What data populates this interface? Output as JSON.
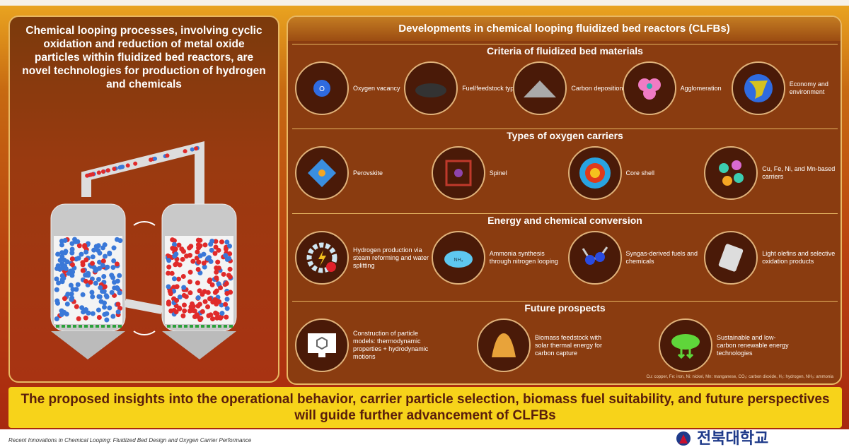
{
  "intro": "Chemical looping processes, involving cyclic oxidation and reduction of metal oxide particles within fluidized bed reactors, are novel technologies for production of hydrogen and chemicals",
  "right_title": "Developments in chemical looping fluidized bed reactors (CLFBs)",
  "sections": [
    {
      "title": "Criteria of fluidized bed materials",
      "items": [
        {
          "label": "Oxygen vacancy",
          "icon": "oxygen-vacancy-icon"
        },
        {
          "label": "Fuel/feedstock type",
          "icon": "coal-icon"
        },
        {
          "label": "Carbon deposition",
          "icon": "carbon-pile-icon"
        },
        {
          "label": "Agglomeration",
          "icon": "agglomeration-icon"
        },
        {
          "label": "Economy and environment",
          "icon": "globe-icon"
        }
      ]
    },
    {
      "title": "Types of oxygen carriers",
      "items": [
        {
          "label": "Perovskite",
          "icon": "perovskite-icon"
        },
        {
          "label": "Spinel",
          "icon": "spinel-icon"
        },
        {
          "label": "Core shell",
          "icon": "core-shell-icon"
        },
        {
          "label": "Cu, Fe, Ni, and Mn-based carriers",
          "icon": "metal-particles-icon"
        }
      ]
    },
    {
      "title": "Energy and chemical conversion",
      "items": [
        {
          "label": "Hydrogen production via steam reforming and water splitting",
          "icon": "gear-bolt-icon"
        },
        {
          "label": "Ammonia synthesis through nitrogen looping",
          "icon": "nh3-cloud-icon"
        },
        {
          "label": "Syngas-derived fuels and chemicals",
          "icon": "molecule-icon"
        },
        {
          "label": "Light olefins and selective oxidation products",
          "icon": "fuel-can-icon"
        }
      ]
    },
    {
      "title": "Future prospects",
      "items": [
        {
          "label": "Construction of particle models: thermodynamic properties + hydrodynamic motions",
          "icon": "monitor-model-icon"
        },
        {
          "label": "Biomass feedstock with solar thermal energy for carbon capture",
          "icon": "biomass-pile-icon"
        },
        {
          "label": "Sustainable and low-carbon renewable energy technologies",
          "icon": "green-cloud-icon"
        }
      ]
    }
  ],
  "abbrev_note": "Cu: copper, Fe: iron, Ni: nickel, Mn: manganese, CO₂: carbon dioxide, H₂: hydrogen, NH₃: ammonia",
  "banner": "The proposed insights into the operational behavior, carrier particle selection, biomass fuel suitability, and future perspectives will guide further advancement of CLFBs",
  "footer_title": "Recent Innovations in Chemical Looping: Fluidized Bed Design and Oxygen Carrier Performance",
  "logo_text": "전북대학교",
  "colors": {
    "banner": "#f7d31a",
    "oxidized_particle": "#e02a2a",
    "reduced_particle": "#3a78d8",
    "panel_border": "#e8b863"
  }
}
